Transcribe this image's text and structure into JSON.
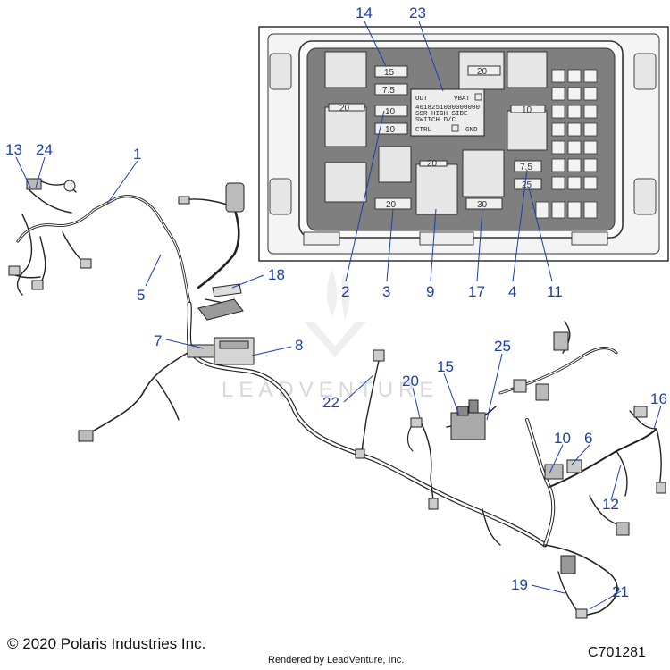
{
  "callouts": {
    "c14": "14",
    "c23": "23",
    "c13": "13",
    "c24": "24",
    "c1": "1",
    "c18": "18",
    "c5": "5",
    "c2": "2",
    "c3": "3",
    "c9": "9",
    "c17": "17",
    "c4": "4",
    "c11": "11",
    "c7": "7",
    "c8": "8",
    "c25": "25",
    "c22": "22",
    "c20": "20",
    "c15": "15",
    "c10": "10",
    "c6": "6",
    "c16": "16",
    "c12": "12",
    "c19": "19",
    "c21": "21"
  },
  "fuse_labels": {
    "f15": "15",
    "f75a": "7.5",
    "f10a": "10",
    "f10b": "10",
    "f20a": "20",
    "f20top": "20",
    "f30": "30",
    "f20left": "20",
    "f10c": "10",
    "f75b": "7.5",
    "f25": "25",
    "f20b": "20"
  },
  "relay": {
    "out": "OUT",
    "vbat": "VBAT",
    "part_no": "4018251000000000",
    "line1": "SSR  HIGH  SIDE",
    "line2": "SWITCH    D/C",
    "ctrl": "CTRL",
    "gnd": "GND"
  },
  "watermark": "LEADVENTURE",
  "footer": {
    "copyright": "© 2020 Polaris Industries Inc.",
    "code": "C701281",
    "rendered_by": "Rendered by LeadVenture, Inc."
  },
  "colors": {
    "callout": "#1a3fb0",
    "line": "#222222",
    "fuse_box_fill": "#8a8a8a",
    "relay_fill": "#e9e9e9"
  }
}
